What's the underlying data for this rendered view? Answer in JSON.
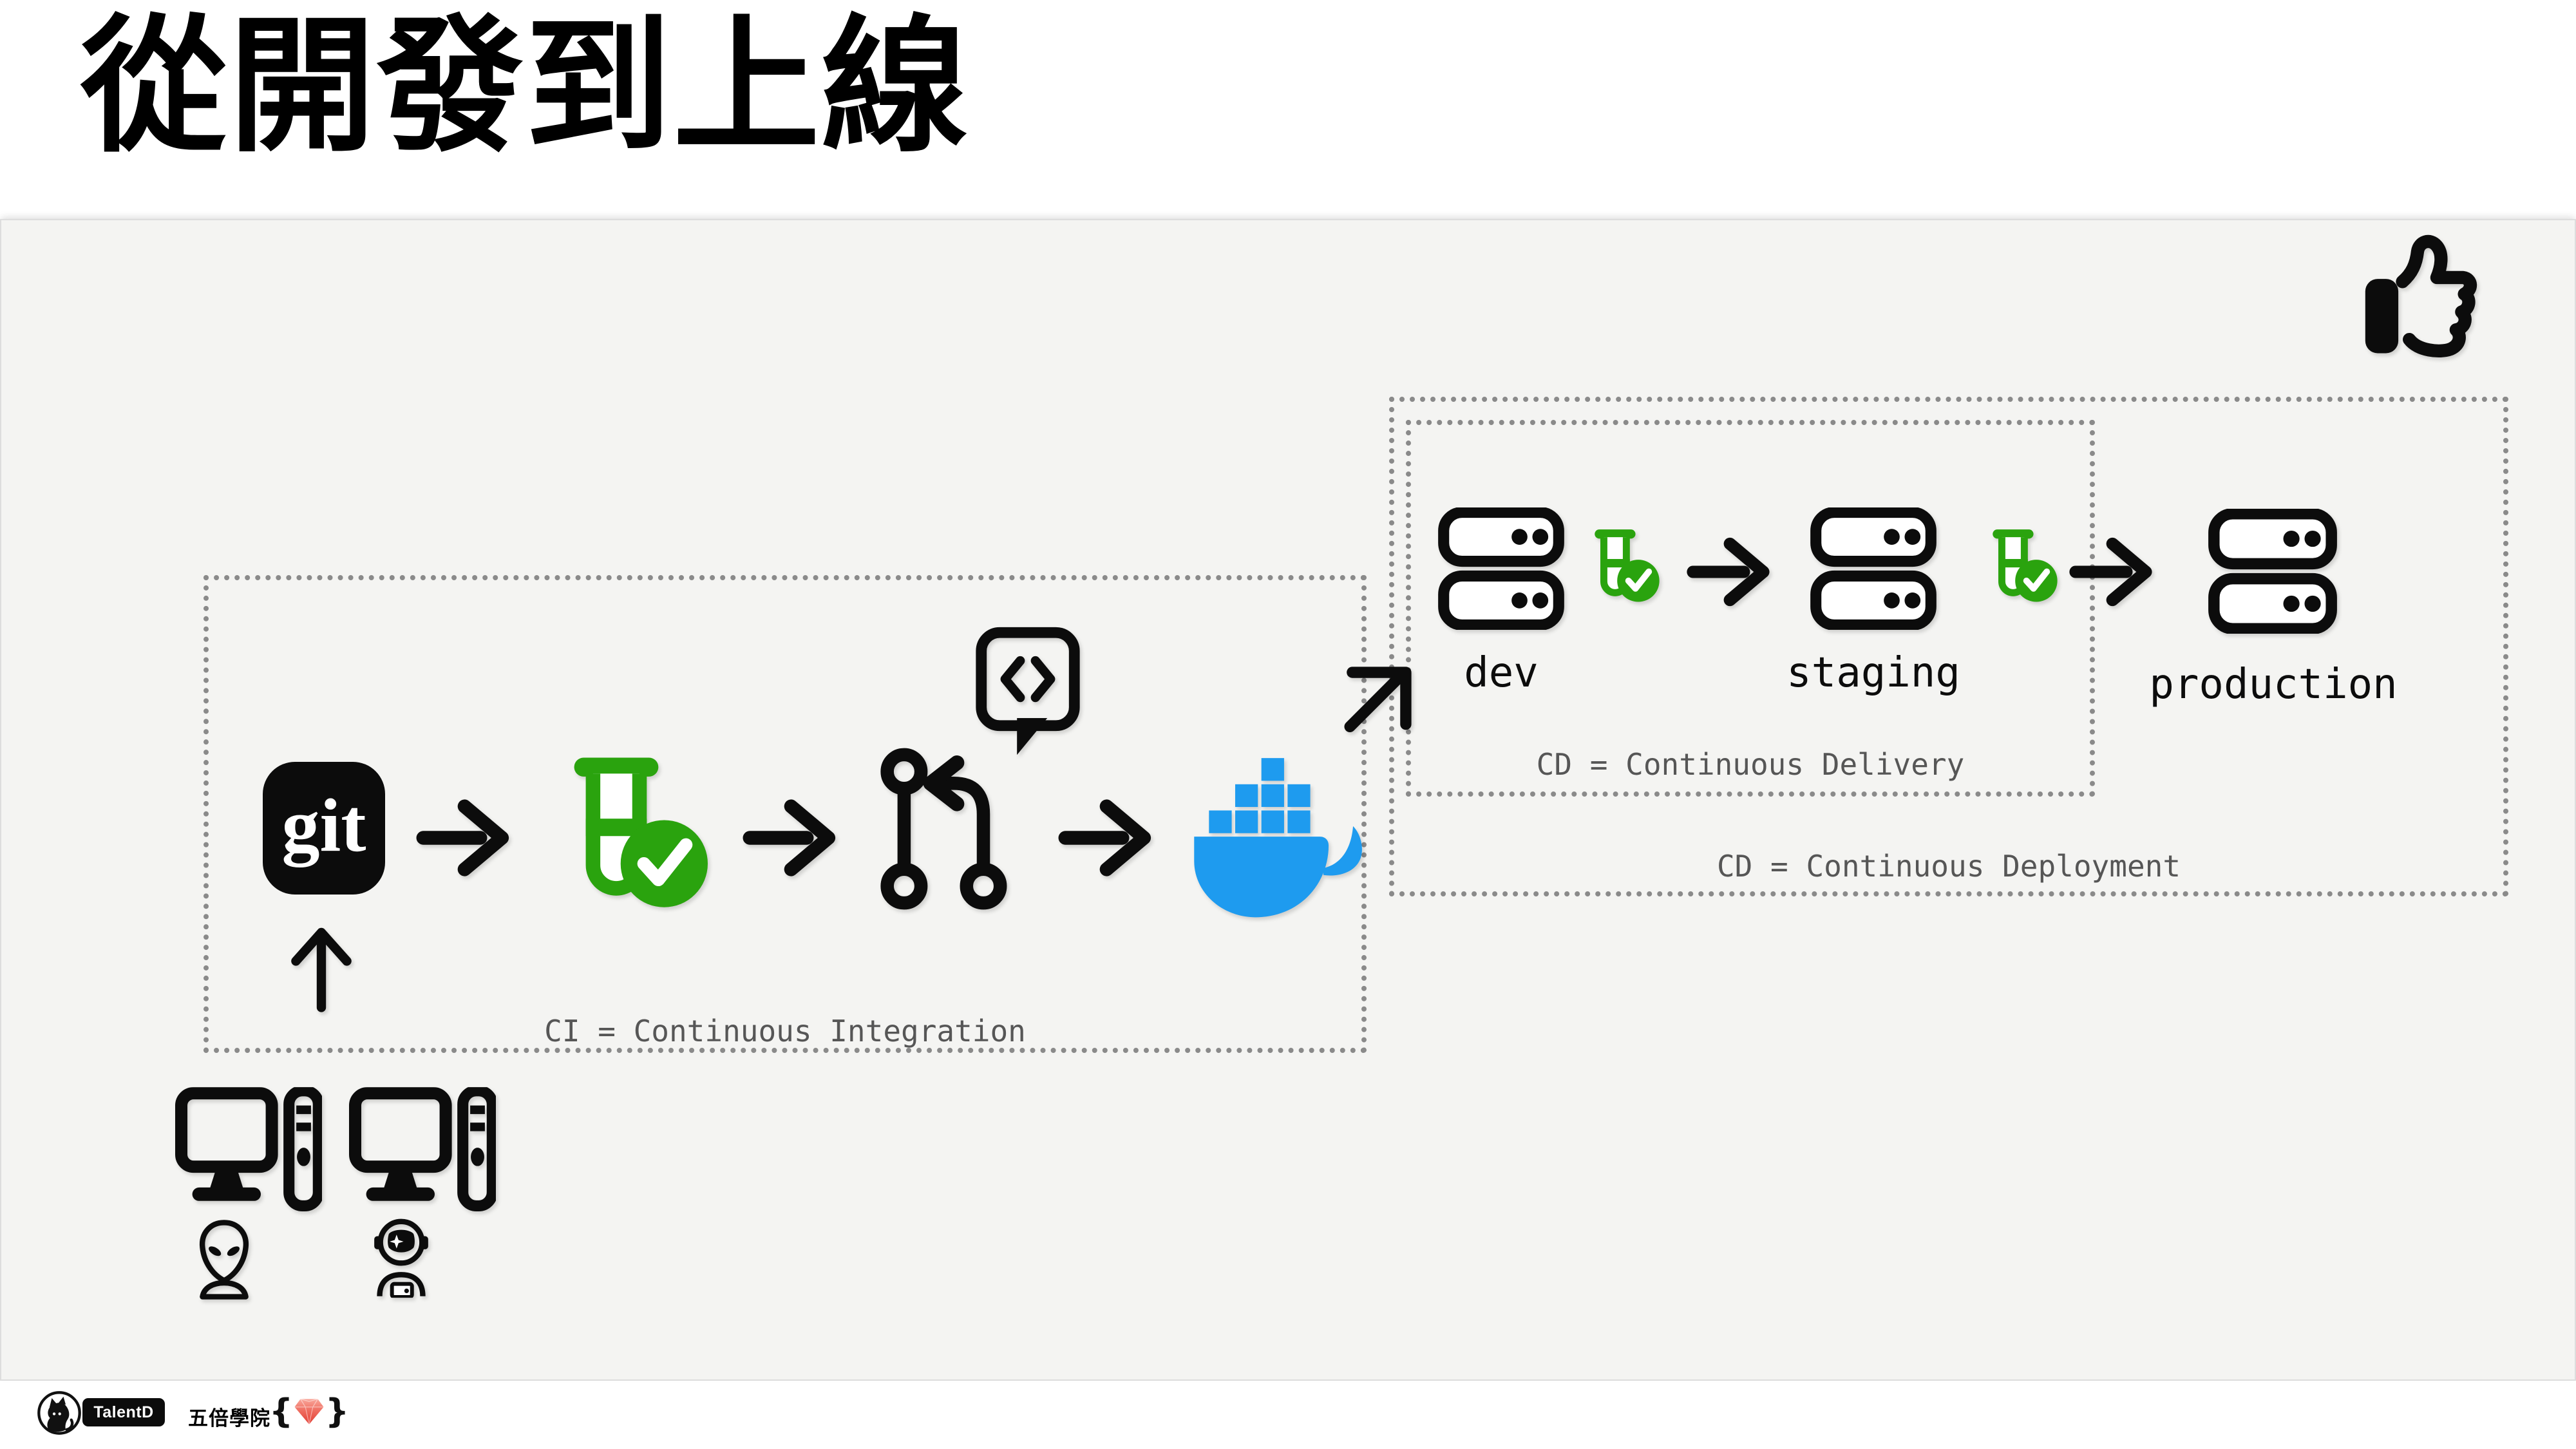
{
  "title": "從開發到上線",
  "ci_box": {
    "label": "CI = Continuous Integration",
    "git_label": "git"
  },
  "cd_box": {
    "inner_label": "CD = Continuous Delivery",
    "outer_label": "CD = Continuous Deployment",
    "environments": [
      {
        "name": "dev"
      },
      {
        "name": "staging"
      },
      {
        "name": "production"
      }
    ]
  },
  "footer": {
    "brand": "TalentD",
    "school_name": "五倍學院",
    "brace_left": "{",
    "brace_right": "}"
  },
  "icons": {
    "pipeline": [
      "git-icon",
      "test-tube-pass-icon",
      "pull-request-icon",
      "code-review-bubble-icon",
      "docker-whale-icon"
    ],
    "other": [
      "thumbs-up-icon",
      "up-arrow-icon",
      "right-arrow-icon",
      "diagonal-arrow-icon",
      "server-icon",
      "desktop-computer-icon",
      "alien-developer-icon",
      "astronaut-developer-icon",
      "cat-logo-icon",
      "ruby-gem-icon"
    ]
  },
  "colors": {
    "test_green": "#2aa30e",
    "docker_blue": "#1e9bef",
    "annotation_gray": "#565656",
    "panel_bg": "#f4f4f2",
    "dotted_border": "#8a8a8a",
    "gem_red": "#e8554a"
  }
}
